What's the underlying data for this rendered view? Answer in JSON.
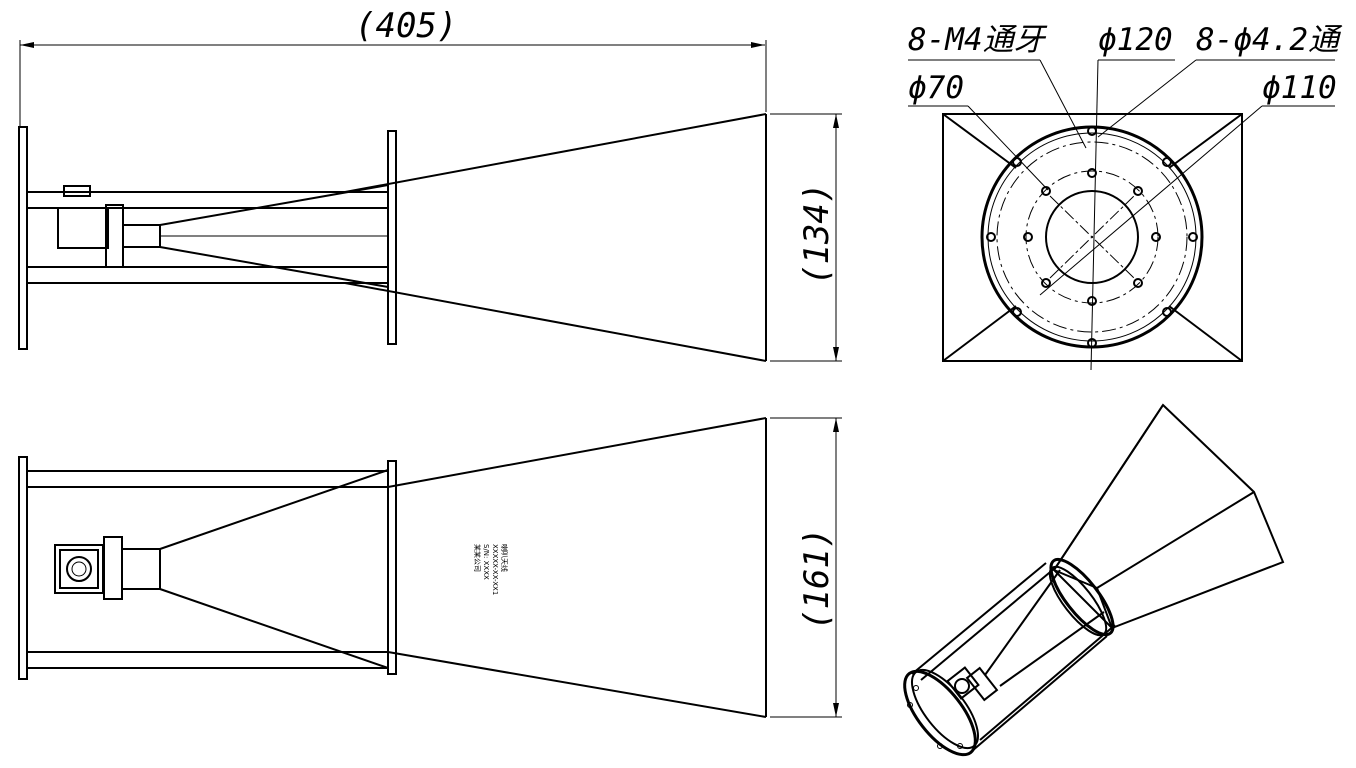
{
  "dimensions": {
    "overall_length": "(405)",
    "aperture_height_side": "(134)",
    "aperture_height_top": "(161)"
  },
  "callouts": {
    "tapped_holes": "8-M4通牙",
    "flange_diameter": "ϕ120",
    "through_holes": "8-ϕ4.2通",
    "bore_diameter": "ϕ70",
    "bolt_circle_diameter": "ϕ110"
  },
  "nameplate": {
    "line1": "喇叭天线",
    "line2": "XXXXX-XX-XX1",
    "line3": "S/N: XXXX",
    "line4": "某某公司"
  },
  "colors": {
    "line": "#000000",
    "background": "#ffffff"
  }
}
